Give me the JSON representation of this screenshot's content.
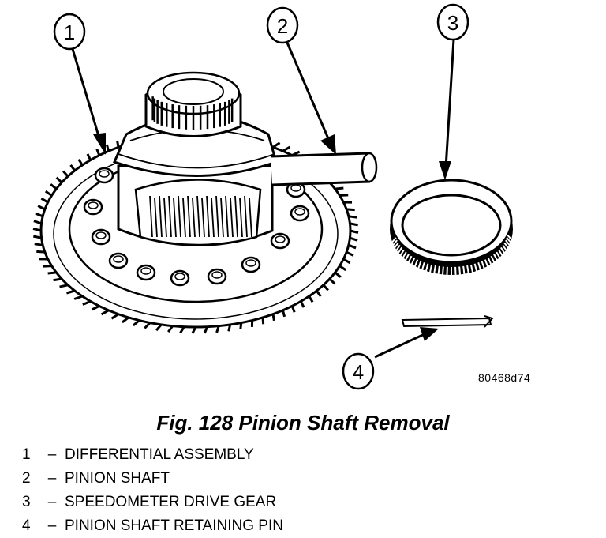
{
  "figure": {
    "code": "80468d74",
    "callouts": [
      "1",
      "2",
      "3",
      "4"
    ]
  },
  "caption": "Fig. 128 Pinion Shaft Removal",
  "legend": [
    {
      "number": "1",
      "separator": "–",
      "label": "DIFFERENTIAL ASSEMBLY"
    },
    {
      "number": "2",
      "separator": "–",
      "label": "PINION SHAFT"
    },
    {
      "number": "3",
      "separator": "–",
      "label": "SPEEDOMETER DRIVE GEAR"
    },
    {
      "number": "4",
      "separator": "–",
      "label": "PINION SHAFT RETAINING PIN"
    }
  ]
}
